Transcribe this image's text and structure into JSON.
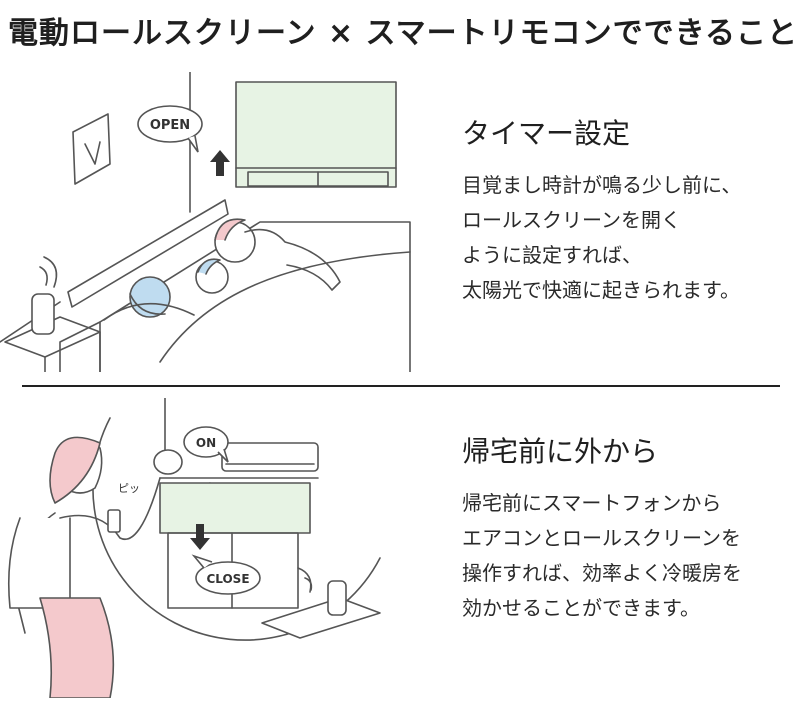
{
  "title": "電動ロールスクリーン × スマートリモコンでできること",
  "colors": {
    "shade": "#e7f3e4",
    "blush": "#f4c9cc",
    "baby": "#bfdcf0",
    "line": "#555555"
  },
  "features": [
    {
      "heading": "タイマー設定",
      "lines": [
        "目覚まし時計が鳴る少し前に、",
        "ロールスクリーンを開く",
        "ように設定すれば、",
        "太陽光で快適に起きられます。"
      ],
      "illustration": {
        "bubble": "OPEN"
      }
    },
    {
      "heading": "帰宅前に外から",
      "lines": [
        "帰宅前にスマートフォンから",
        "エアコンとロールスクリーンを",
        "操作すれば、効率よく冷暖房を",
        "効かせることができます。"
      ],
      "illustration": {
        "bubble_ac": "ON",
        "bubble_close": "CLOSE",
        "phone_sound": "ピッ"
      }
    }
  ]
}
